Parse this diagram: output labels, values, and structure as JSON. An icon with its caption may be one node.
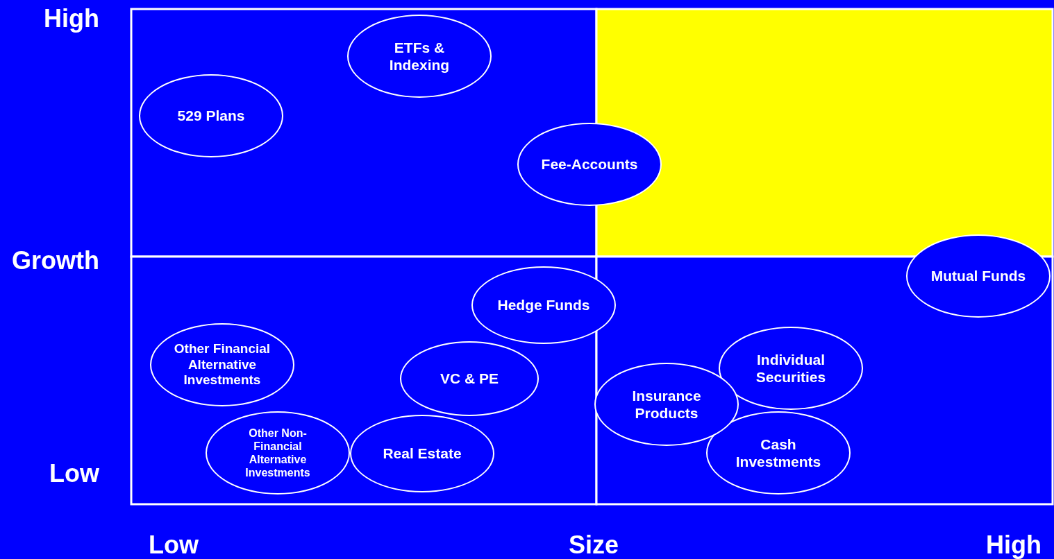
{
  "diagram": {
    "nodes": [
      {
        "text": [
          "ETFs & Indexing"
        ]
      },
      {
        "text": [
          "529 Plans"
        ]
      },
      {
        "text": [
          "Fee-Accounts"
        ]
      },
      {
        "text": [
          "Mutual Funds"
        ]
      },
      {
        "text": [
          "Hedge Funds"
        ]
      },
      {
        "text": [
          "Other Financial Alternative Investments"
        ]
      },
      {
        "text": [
          "Individual Securities"
        ]
      },
      {
        "text": [
          "VC & PE"
        ]
      },
      {
        "text": [
          "Insurance Products"
        ]
      },
      {
        "text": [
          "Other Non-Financial Alternative Investments"
        ]
      },
      {
        "text": [
          "Real Estate"
        ]
      },
      {
        "text": [
          "Cash Investments"
        ]
      }
    ],
    "edges": [],
    "labels": [
      "High",
      "Growth",
      "Low",
      "Low",
      "Size",
      "High"
    ]
  }
}
